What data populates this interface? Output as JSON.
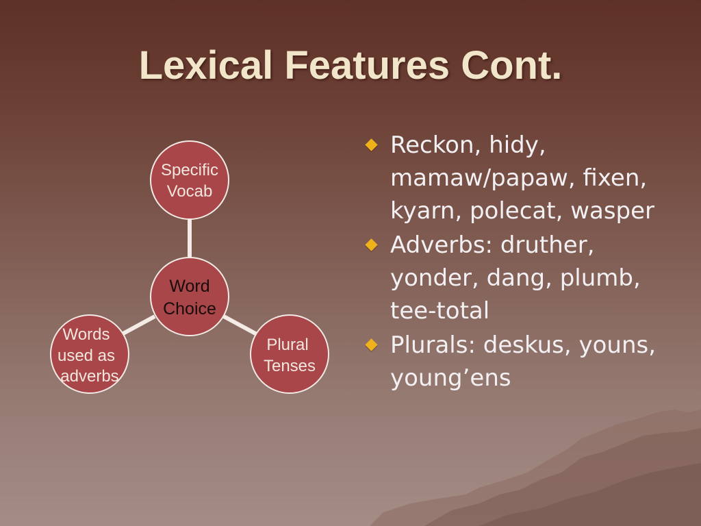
{
  "slide": {
    "title": "Lexical Features Cont."
  },
  "diagram": {
    "center": {
      "line1": "Word",
      "line2": "Choice"
    },
    "top": {
      "line1": "Specific",
      "line2": "Vocab"
    },
    "left": {
      "line1": "Words",
      "line2": "used as",
      "line3": "adverbs"
    },
    "right": {
      "line1": "Plural",
      "line2": "Tenses"
    }
  },
  "bullets": [
    {
      "text": "Reckon, hidy, mamaw/papaw, fixen, kyarn, polecat, wasper"
    },
    {
      "text": "Adverbs:  druther, yonder, dang, plumb, tee-total"
    },
    {
      "text": "Plurals:  deskus, youns, young’ens"
    }
  ],
  "colors": {
    "node_fill": "#a8464a",
    "node_stroke": "#f4ebe6",
    "title_color": "#f1e6c9",
    "bullet_color": "#f0b21b",
    "text_color": "#f3f0f3"
  }
}
